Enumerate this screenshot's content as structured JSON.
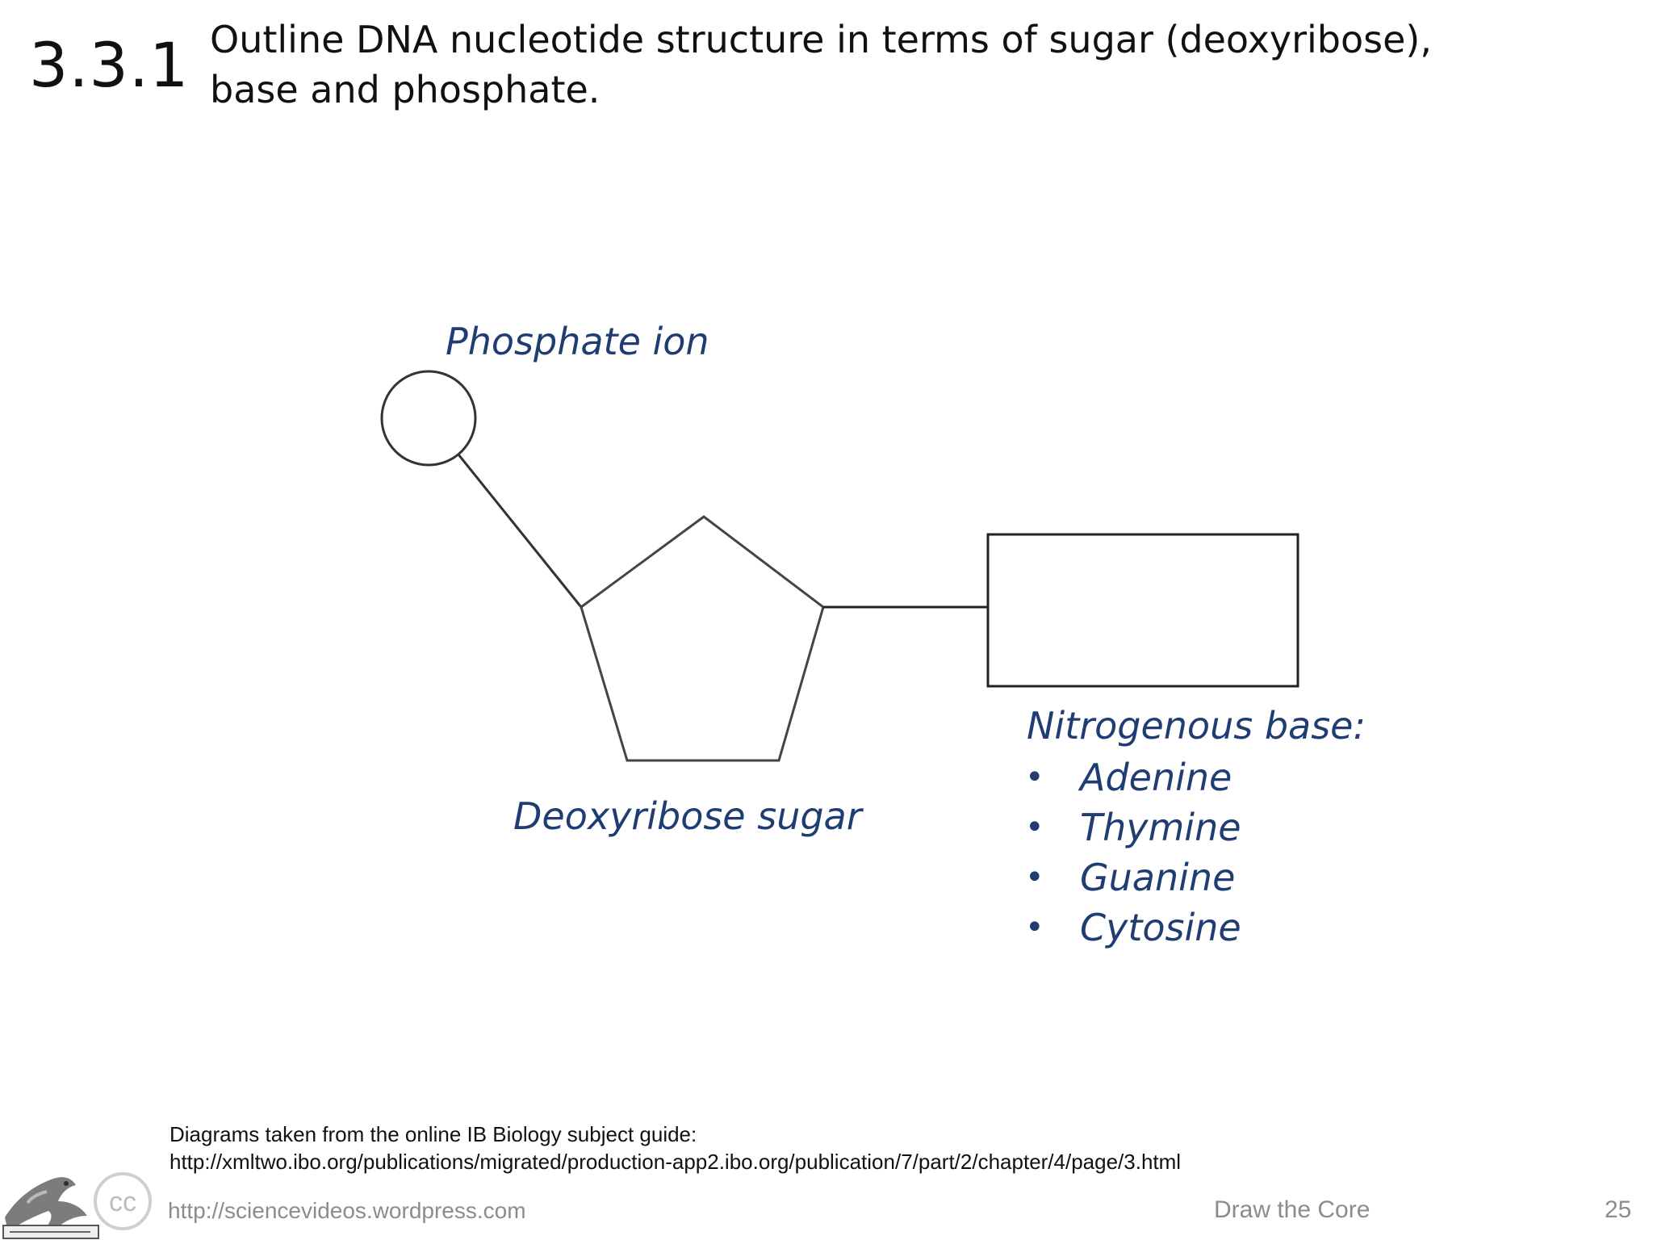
{
  "slide": {
    "number": "3.3.1",
    "title": "Outline DNA nucleotide structure in terms of sugar (deoxyribose), base and phosphate."
  },
  "diagram": {
    "phosphate_label": "Phosphate ion",
    "sugar_label": "Deoxyribose sugar",
    "base_heading": "Nitrogenous base:",
    "bases": [
      "Adenine",
      "Thymine",
      "Guanine",
      "Cytosine"
    ],
    "bullet": "•",
    "label_color": "#1f3d73",
    "line_color": "#222222"
  },
  "source": {
    "line1": "Diagrams taken from the online IB Biology subject guide:",
    "line2": "http://xmltwo.ibo.org/publications/migrated/production-app2.ibo.org/publication/7/part/2/chapter/4/page/3.html"
  },
  "footer": {
    "url": "http://sciencevideos.wordpress.com",
    "title": "Draw the Core",
    "page_number": "25",
    "logo_badge": "cc",
    "logo_icon": "lizard-logo-icon"
  }
}
